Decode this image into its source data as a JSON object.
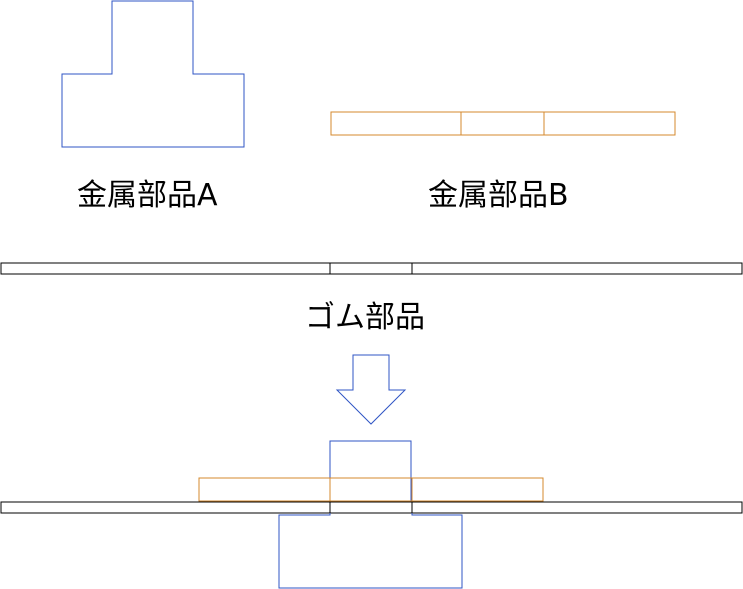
{
  "labels": {
    "metal_part_a": "金属部品A",
    "metal_part_b": "金属部品B",
    "rubber_part": "ゴム部品"
  },
  "colors": {
    "metal_part_a": "#2f55c4",
    "metal_part_b": "#d4882c",
    "rubber_part": "#000000",
    "arrow": "#2f55c4"
  }
}
